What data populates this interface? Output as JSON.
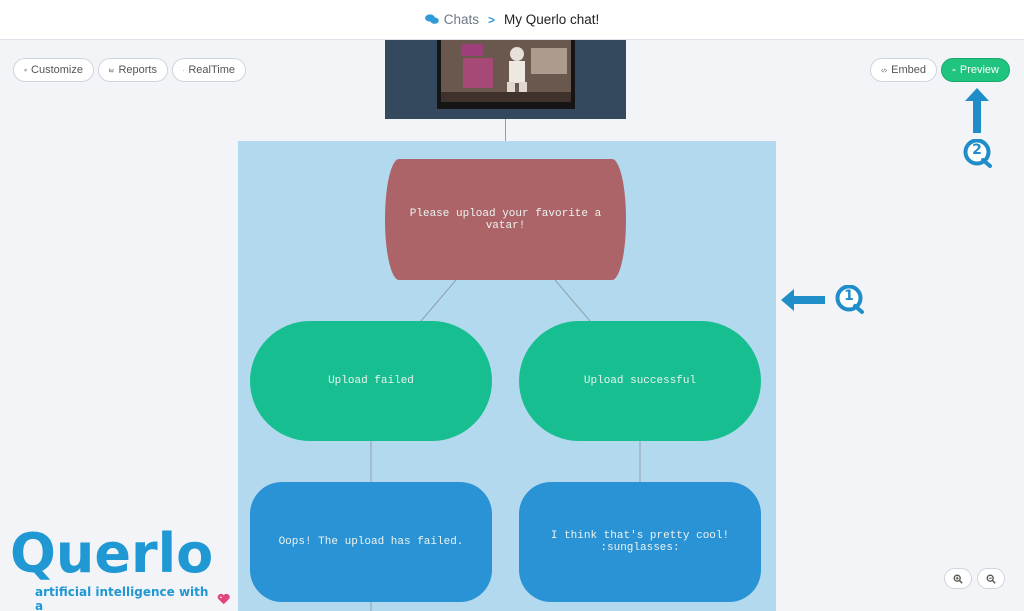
{
  "header": {
    "breadcrumb_parent": "Chats",
    "breadcrumb_current": "My Querlo chat!",
    "separator": ">"
  },
  "toolbar": {
    "customize_label": "Customize",
    "reports_label": "Reports",
    "realtime_label": "RealTime",
    "embed_label": "Embed",
    "preview_label": "Preview"
  },
  "flow": {
    "prompt_node": "Please upload your favorite a vatar!",
    "fail_node": "Upload failed",
    "success_node": "Upload successful",
    "fail_message": "Oops! The upload has failed.",
    "success_message": "I think that's pretty cool! :sunglasses:"
  },
  "annotations": {
    "step1": "1",
    "step2": "2"
  },
  "brand": {
    "name": "Querlo",
    "tagline": "artificial intelligence with a",
    "color": "#1f98d3"
  },
  "colors": {
    "accent": "#2e9bd6",
    "preview_green": "#1fc47f",
    "prompt_node": "#ad6469",
    "branch_node": "#17be8f",
    "message_node": "#2a93d5",
    "group_box": "#b3d9ee"
  },
  "icons": {
    "chats": "chat-bubbles-icon",
    "customize": "gear-icon",
    "reports": "line-chart-icon",
    "realtime": "rss-icon",
    "embed": "code-icon",
    "preview": "eye-icon",
    "zoom_in": "zoom-in-icon",
    "zoom_out": "zoom-out-icon"
  }
}
